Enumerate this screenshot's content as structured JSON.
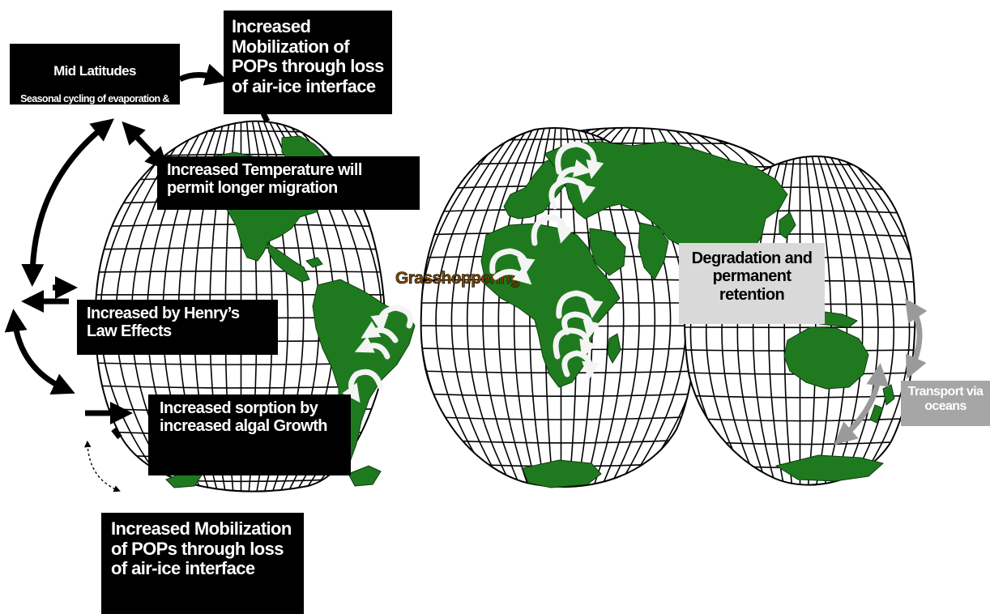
{
  "labels": {
    "mid_lat_title": "Mid Latitudes",
    "mid_lat_sub": "Seasonal cycling of evaporation & deposition",
    "mobilization_top": "Increased Mobilization of POPs through loss of air-ice interface",
    "temperature": "Increased Temperature will permit longer migration",
    "grasshoppering": "Grasshoppering",
    "degradation": "Degradation and permanent retention",
    "henry": "Increased by Henry’s Law Effects",
    "sorption": "Increased sorption by increased algal Growth",
    "transport": "Transport via oceans",
    "mobilization_bottom": "Increased Mobilization of POPs through loss of air-ice interface"
  },
  "colors": {
    "land": "#1f7a1f",
    "box_dark": "#000000",
    "box_grey": "#d9d9d9",
    "transport_grey": "#a6a6a6",
    "cycle_arrow": "#ffffff",
    "grasshopper_text": "#7a4a00"
  }
}
